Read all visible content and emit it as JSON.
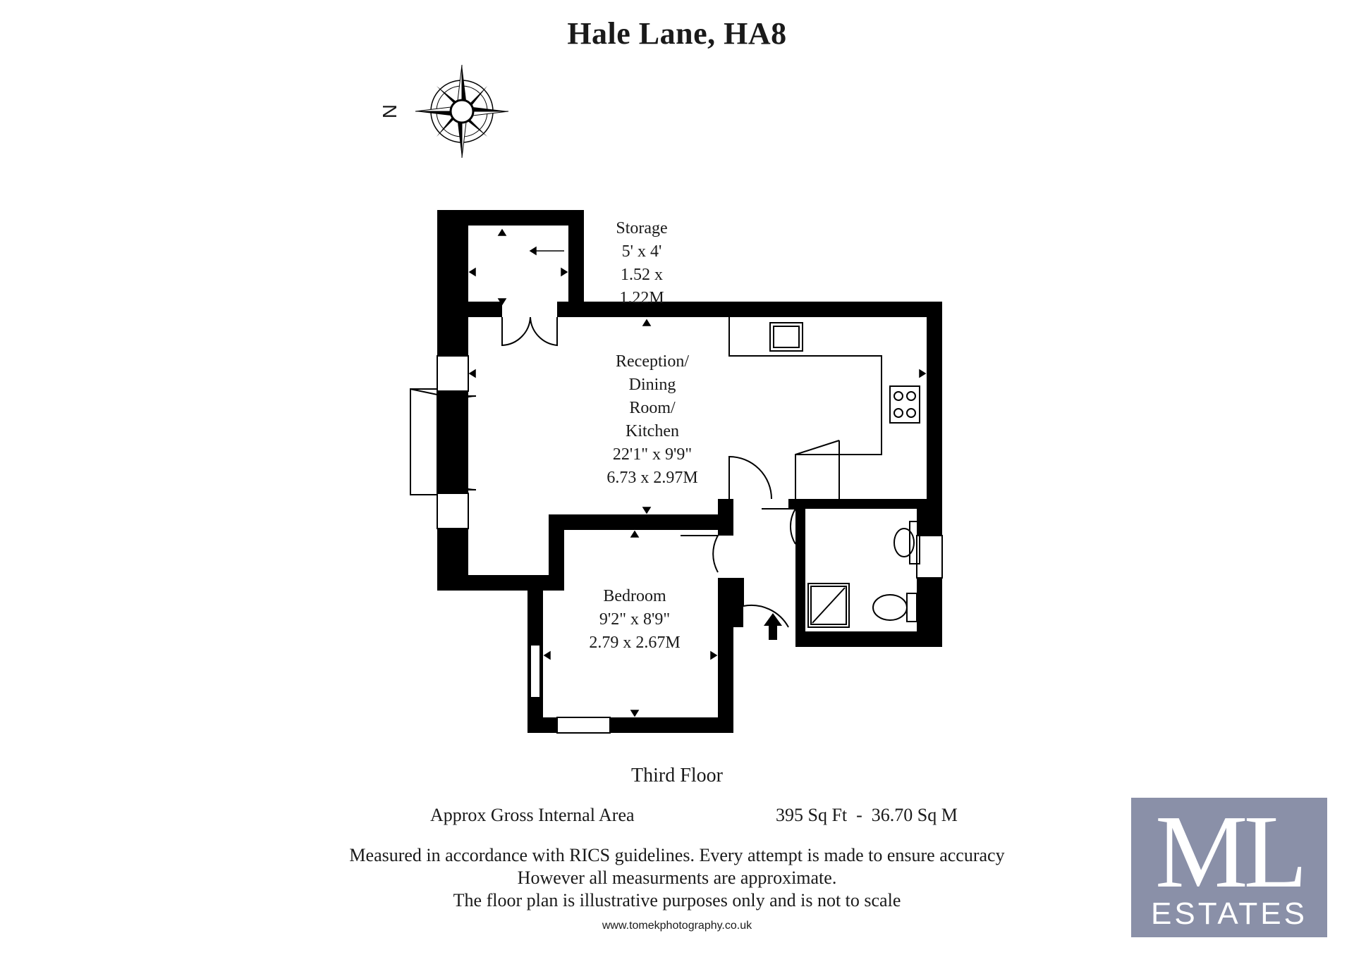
{
  "title": "Hale Lane, HA8",
  "compass": {
    "north_label": "N"
  },
  "rooms": {
    "storage": {
      "name": "Storage",
      "size_imperial": "5' x 4'",
      "size_metric": "1.52 x 1.22M"
    },
    "reception": {
      "name_lines": [
        "Reception/",
        "Dining",
        "Room/",
        "Kitchen"
      ],
      "size_imperial": "22'1\" x 9'9\"",
      "size_metric": "6.73 x 2.97M"
    },
    "bedroom": {
      "name": "Bedroom",
      "size_imperial": "9'2\" x 8'9\"",
      "size_metric": "2.79 x 2.67M"
    }
  },
  "floor": "Third Floor",
  "area": {
    "label": "Approx Gross Internal Area",
    "value": "395 Sq Ft  -  36.70 Sq M"
  },
  "disclaimer": [
    "Measured in accordance with RICS guidelines. Every attempt is made to ensure accuracy",
    "However all measurments are approximate.",
    "The floor plan is illustrative purposes only and is not to scale"
  ],
  "credit": "www.tomekphotography.co.uk",
  "logo": {
    "monogram": "ML",
    "word": "ESTATES",
    "background": "#8a90a8"
  },
  "colors": {
    "wall": "#000000",
    "background": "#ffffff",
    "logo": "#8a90a8"
  }
}
